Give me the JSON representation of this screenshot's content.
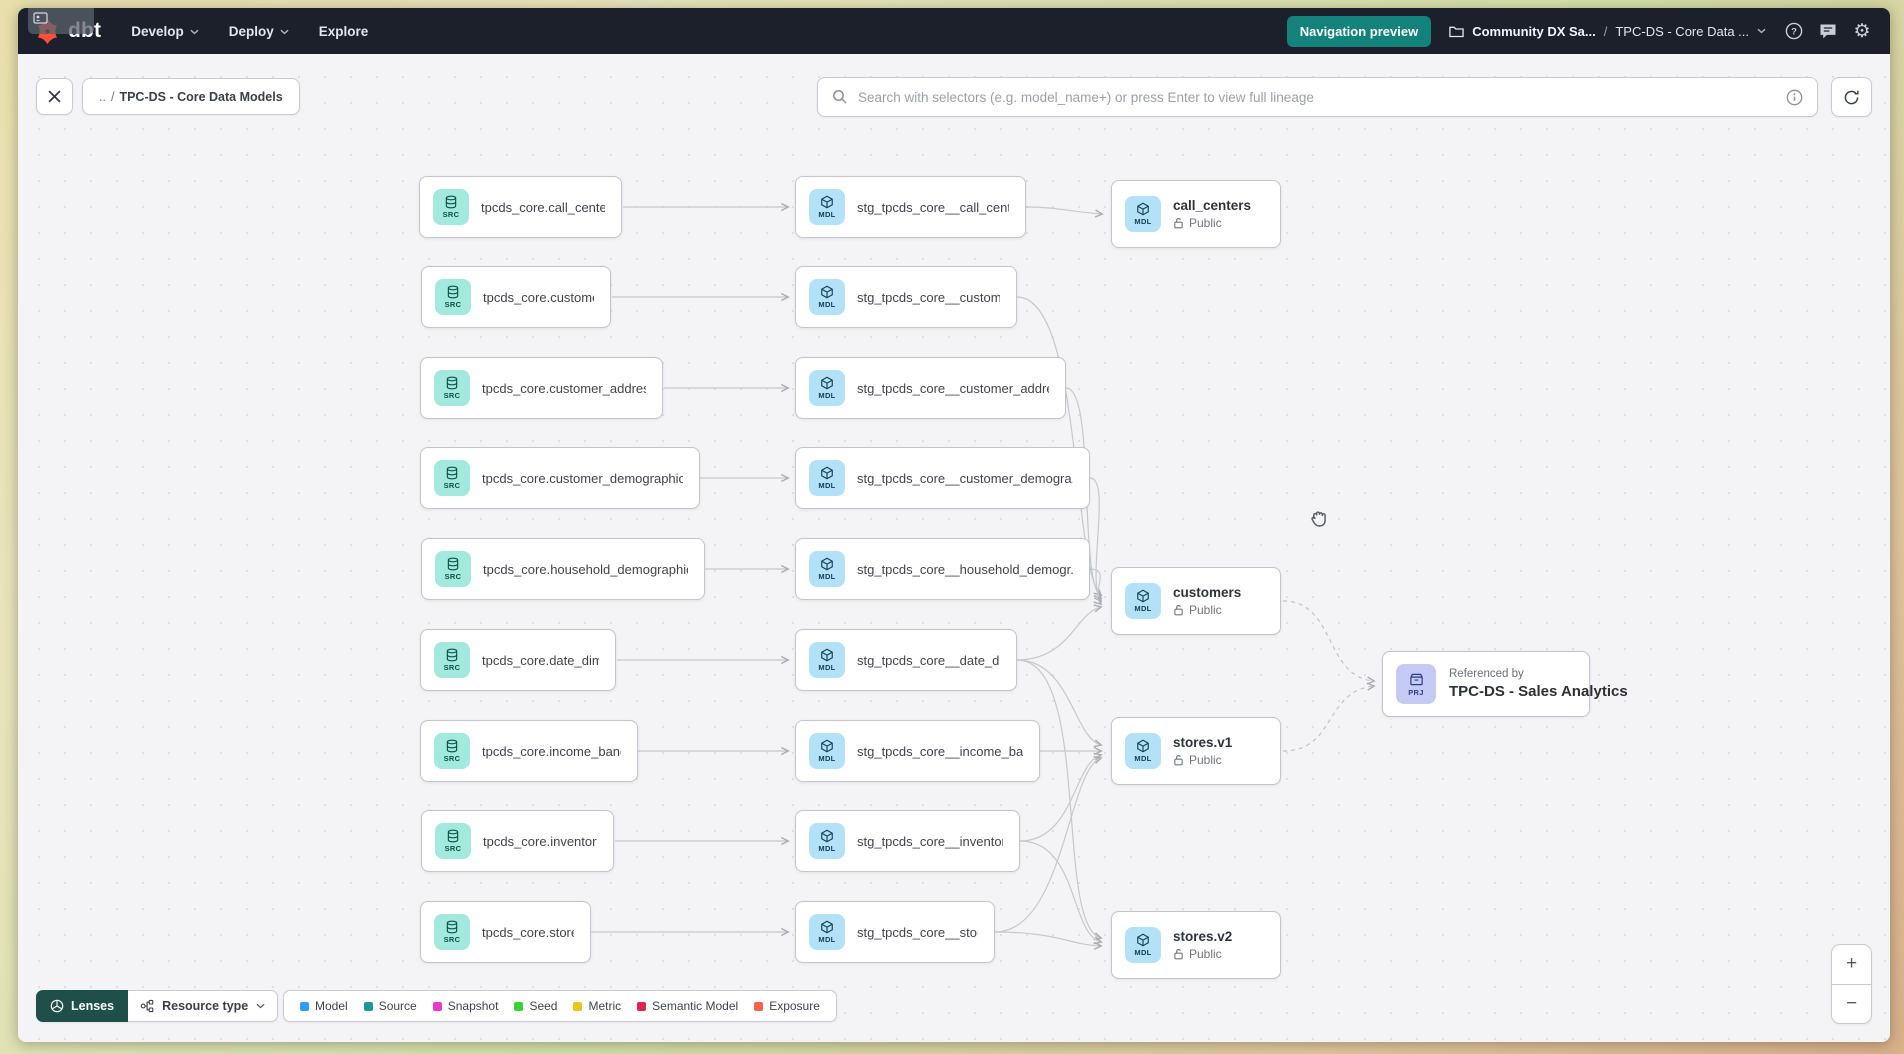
{
  "navbar": {
    "brand": "dbt",
    "menus": [
      {
        "label": "Develop",
        "chevron": true
      },
      {
        "label": "Deploy",
        "chevron": true
      },
      {
        "label": "Explore",
        "chevron": false
      }
    ],
    "preview_button": "Navigation preview",
    "account": "Community DX Sa...",
    "separator": "/",
    "project": "TPC-DS - Core Data ..."
  },
  "toolbar": {
    "crumb_prefix": "..",
    "crumb_sep": "/",
    "crumb_label": "TPC-DS - Core Data Models",
    "search_placeholder": "Search with selectors (e.g. model_name+) or press Enter to view full lineage"
  },
  "graph": {
    "sources": [
      {
        "badge": "SRC",
        "name": "tpcds_core.call_center"
      },
      {
        "badge": "SRC",
        "name": "tpcds_core.customer"
      },
      {
        "badge": "SRC",
        "name": "tpcds_core.customer_address"
      },
      {
        "badge": "SRC",
        "name": "tpcds_core.customer_demographics"
      },
      {
        "badge": "SRC",
        "name": "tpcds_core.household_demographics"
      },
      {
        "badge": "SRC",
        "name": "tpcds_core.date_dim"
      },
      {
        "badge": "SRC",
        "name": "tpcds_core.income_band"
      },
      {
        "badge": "SRC",
        "name": "tpcds_core.inventory"
      },
      {
        "badge": "SRC",
        "name": "tpcds_core.store"
      }
    ],
    "staging": [
      {
        "badge": "MDL",
        "name": "stg_tpcds_core__call_center"
      },
      {
        "badge": "MDL",
        "name": "stg_tpcds_core__customer"
      },
      {
        "badge": "MDL",
        "name": "stg_tpcds_core__customer_address"
      },
      {
        "badge": "MDL",
        "name": "stg_tpcds_core__customer_demogra..."
      },
      {
        "badge": "MDL",
        "name": "stg_tpcds_core__household_demogr..."
      },
      {
        "badge": "MDL",
        "name": "stg_tpcds_core__date_dim"
      },
      {
        "badge": "MDL",
        "name": "stg_tpcds_core__income_band"
      },
      {
        "badge": "MDL",
        "name": "stg_tpcds_core__inventory"
      },
      {
        "badge": "MDL",
        "name": "stg_tpcds_core__store"
      }
    ],
    "publics": [
      {
        "badge": "MDL",
        "name": "call_centers",
        "access": "Public"
      },
      {
        "badge": "MDL",
        "name": "customers",
        "access": "Public"
      },
      {
        "badge": "MDL",
        "name": "stores.v1",
        "access": "Public"
      },
      {
        "badge": "MDL",
        "name": "stores.v2",
        "access": "Public"
      }
    ],
    "project_ref": {
      "badge": "PRJ",
      "caption": "Referenced by",
      "name": "TPC-DS - Sales Analytics"
    }
  },
  "legend": {
    "lenses_label": "Lenses",
    "resource_type_label": "Resource type",
    "items": [
      {
        "label": "Model",
        "color": "#2e9df5"
      },
      {
        "label": "Source",
        "color": "#18989b"
      },
      {
        "label": "Snapshot",
        "color": "#e93acb"
      },
      {
        "label": "Seed",
        "color": "#38d337"
      },
      {
        "label": "Metric",
        "color": "#eec31b"
      },
      {
        "label": "Semantic Model",
        "color": "#e1244a"
      },
      {
        "label": "Exposure",
        "color": "#fd6147"
      }
    ]
  },
  "zoom_controls": {
    "zoom_in": "+",
    "zoom_out": "−"
  }
}
